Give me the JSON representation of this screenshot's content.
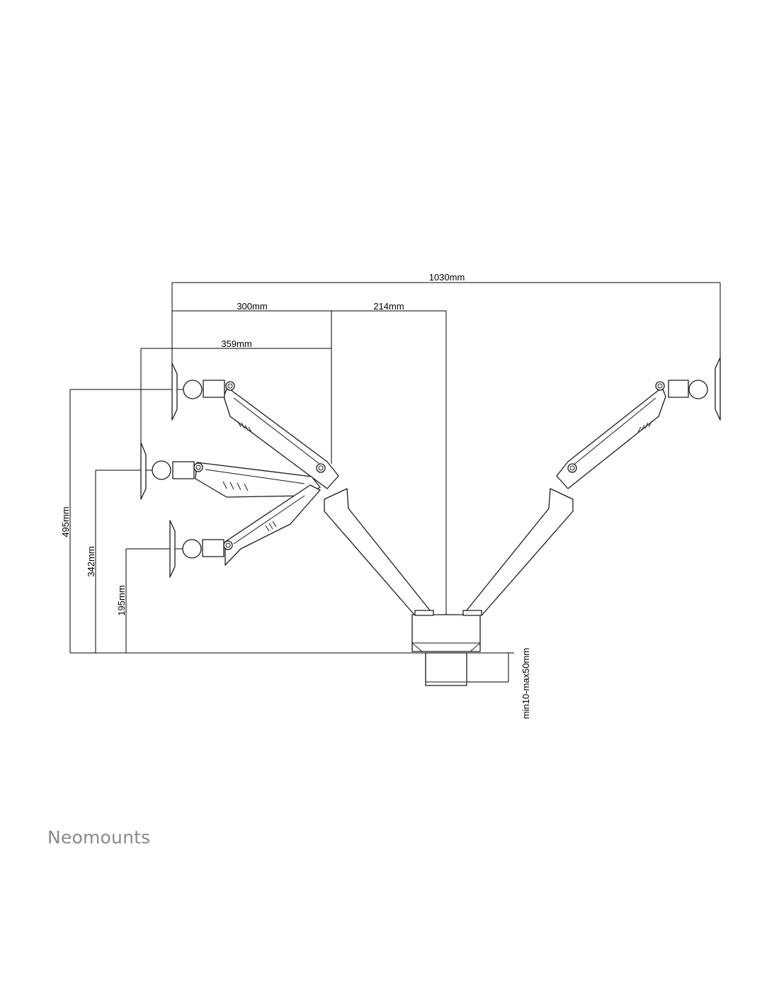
{
  "dimensions": {
    "total_width": "1030mm",
    "arm_reach_upper": "300mm",
    "arm_reach_mid": "359mm",
    "center_offset": "214mm",
    "height_max": "495mm",
    "height_mid": "342mm",
    "height_min": "195mm",
    "desk_thickness": "min10-max50mm"
  },
  "brand": {
    "logo": "Neomounts",
    "color": "#8a8a8a"
  }
}
